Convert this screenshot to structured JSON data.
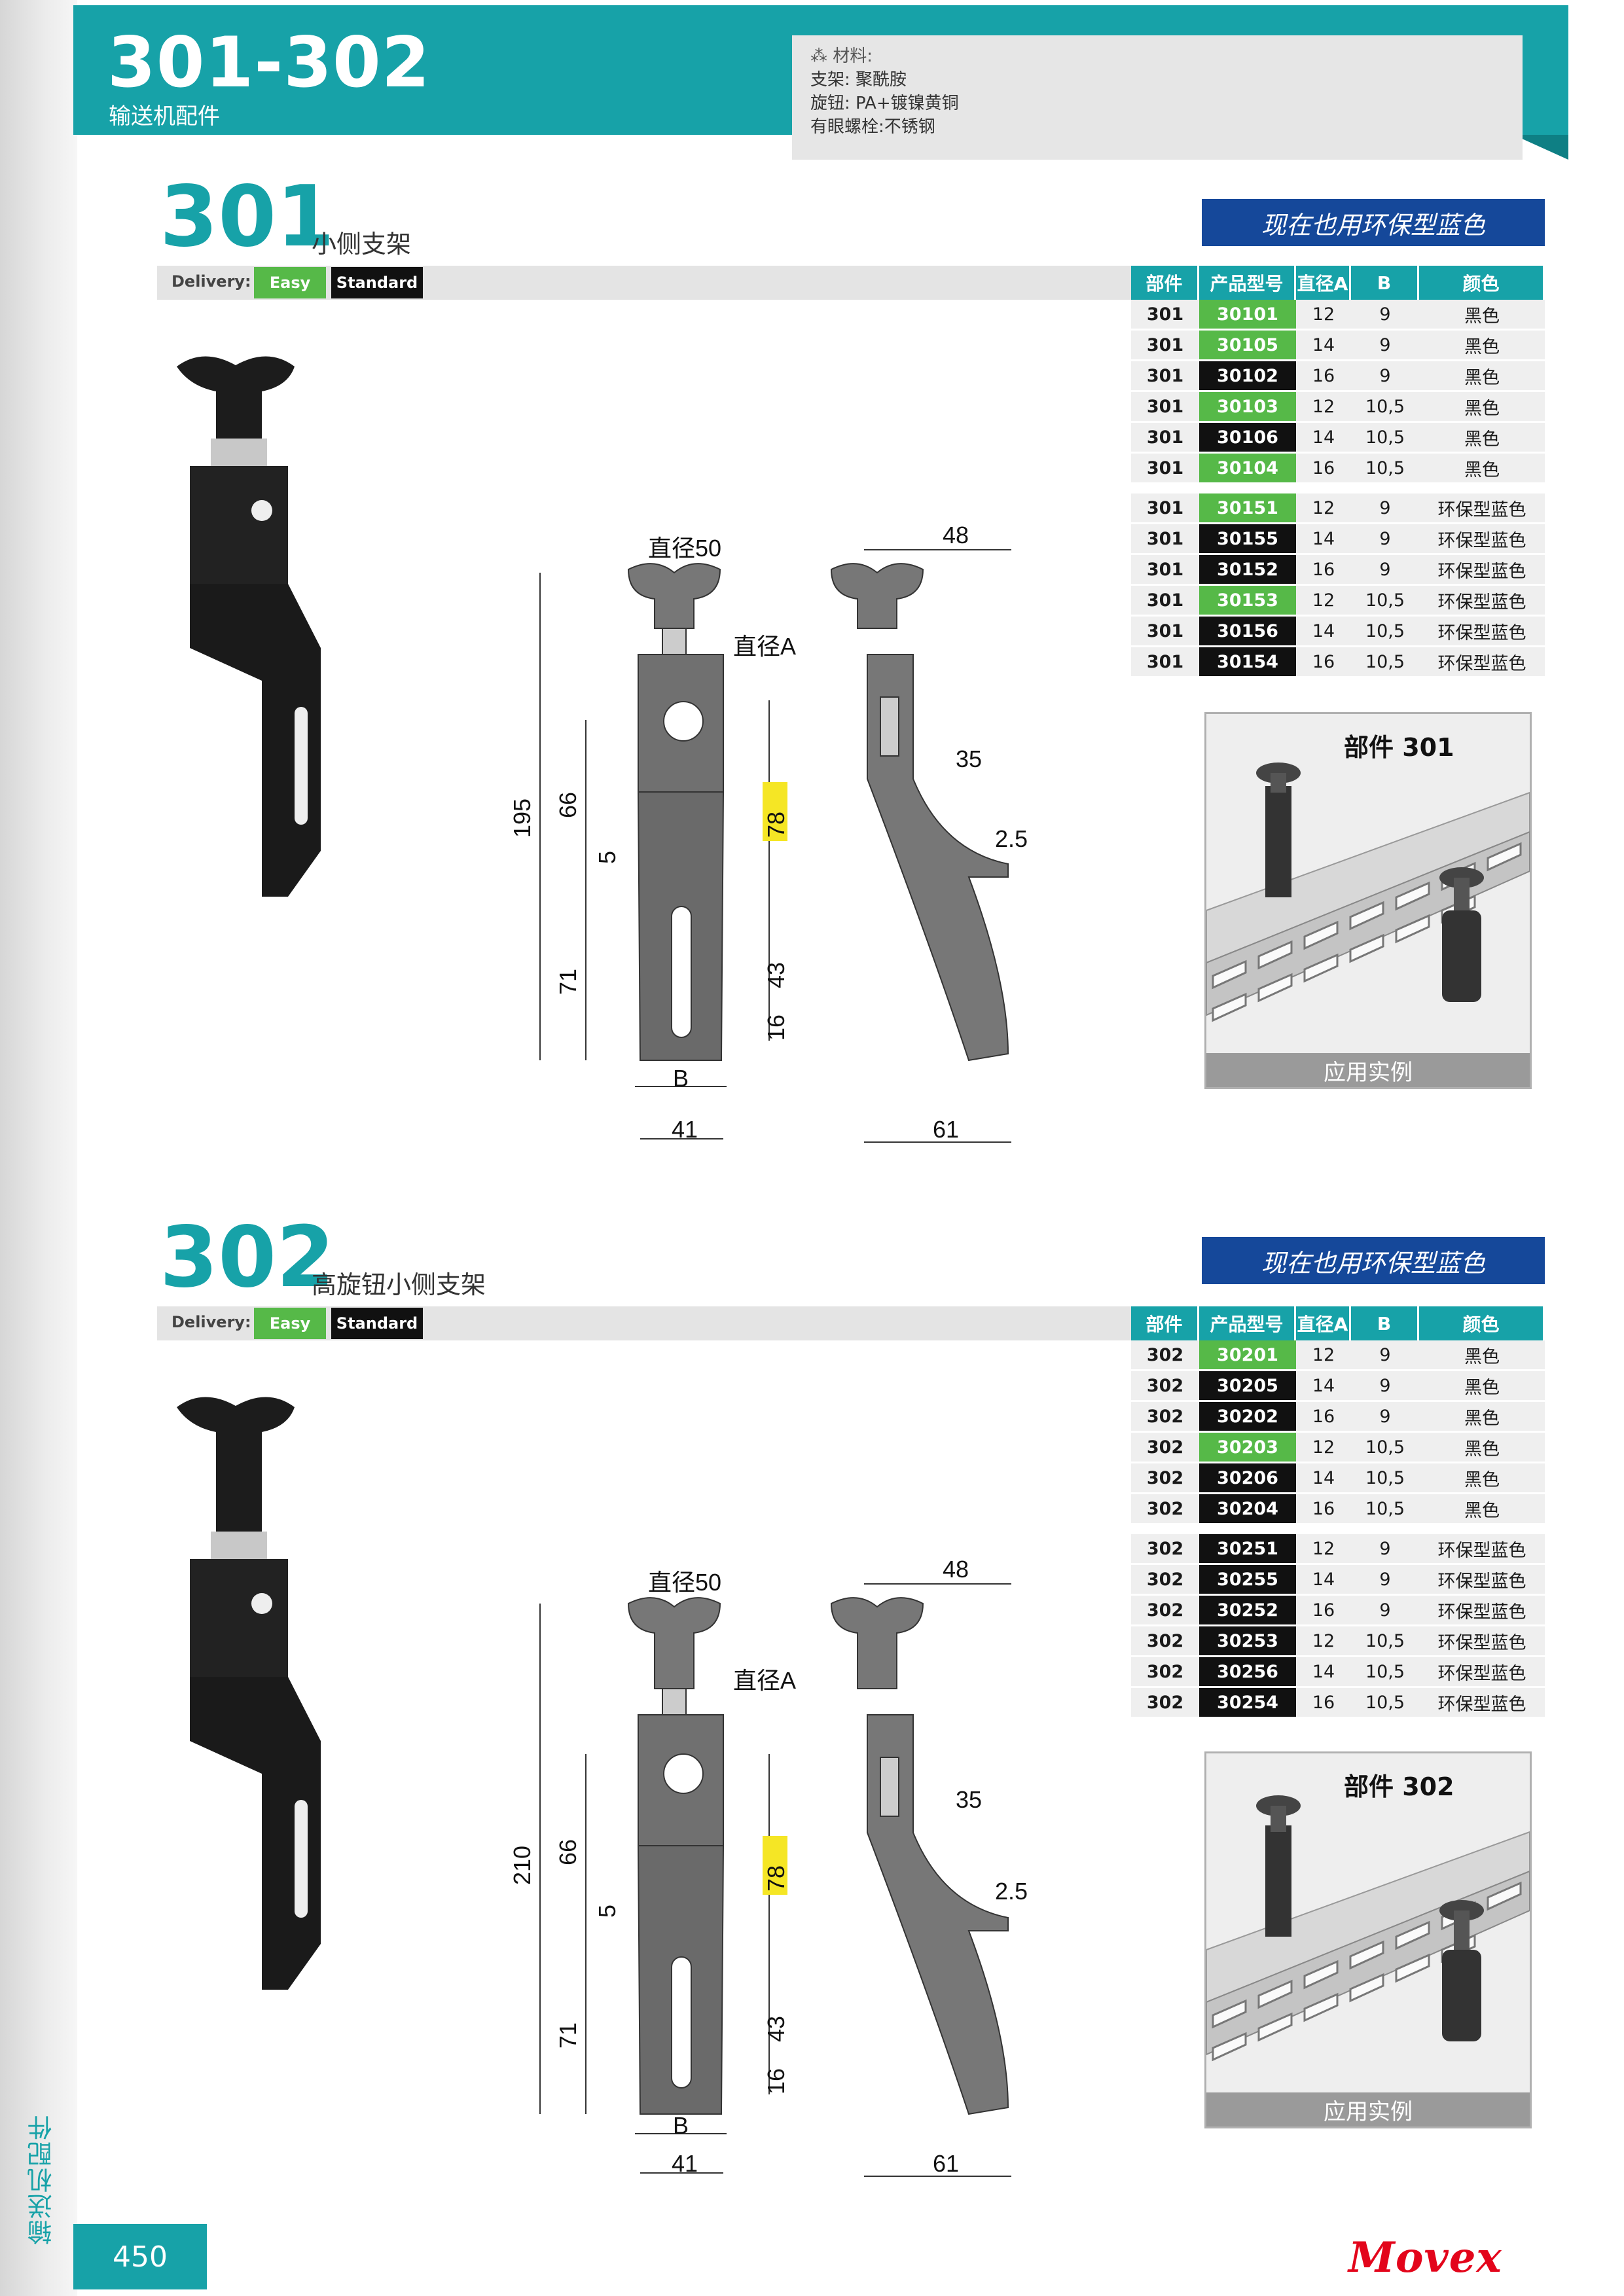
{
  "header": {
    "title": "301-302",
    "subtitle": "输送机配件",
    "materials_heading": "材料:",
    "materials": [
      "支架: 聚酰胺",
      "旋钮: PA+镀镍黄铜",
      "有眼螺栓:不锈钢"
    ]
  },
  "side_label": "输送机配件",
  "page_number": "450",
  "brand": "Movex",
  "delivery": {
    "label": "Delivery:",
    "easy": "Easy",
    "standard": "Standard"
  },
  "eco_banner": "现在也用环保型蓝色",
  "table_headers": [
    "部件",
    "产品型号",
    "直径A",
    "B",
    "颜色"
  ],
  "application_caption": "应用实例",
  "sections": [
    {
      "number": "301",
      "name": "小侧支架",
      "application_title": "部件 301",
      "dims": {
        "d50": "直径50",
        "dA": "直径A",
        "w48": "48",
        "h195": "195",
        "h66": "66",
        "h5": "5",
        "h71": "71",
        "h78": "78",
        "h43": "43",
        "h16": "16",
        "B": "B",
        "w41": "41",
        "w35": "35",
        "t25": "2.5",
        "w61": "61"
      },
      "rows": [
        {
          "part": "301",
          "code": "30101",
          "code_color": "green",
          "a": "12",
          "b": "9",
          "color": "黑色"
        },
        {
          "part": "301",
          "code": "30105",
          "code_color": "green",
          "a": "14",
          "b": "9",
          "color": "黑色"
        },
        {
          "part": "301",
          "code": "30102",
          "code_color": "black",
          "a": "16",
          "b": "9",
          "color": "黑色"
        },
        {
          "part": "301",
          "code": "30103",
          "code_color": "green",
          "a": "12",
          "b": "10,5",
          "color": "黑色"
        },
        {
          "part": "301",
          "code": "30106",
          "code_color": "black",
          "a": "14",
          "b": "10,5",
          "color": "黑色"
        },
        {
          "part": "301",
          "code": "30104",
          "code_color": "green",
          "a": "16",
          "b": "10,5",
          "color": "黑色"
        },
        {
          "part": "301",
          "code": "30151",
          "code_color": "green",
          "a": "12",
          "b": "9",
          "color": "环保型蓝色"
        },
        {
          "part": "301",
          "code": "30155",
          "code_color": "black",
          "a": "14",
          "b": "9",
          "color": "环保型蓝色"
        },
        {
          "part": "301",
          "code": "30152",
          "code_color": "black",
          "a": "16",
          "b": "9",
          "color": "环保型蓝色"
        },
        {
          "part": "301",
          "code": "30153",
          "code_color": "green",
          "a": "12",
          "b": "10,5",
          "color": "环保型蓝色"
        },
        {
          "part": "301",
          "code": "30156",
          "code_color": "black",
          "a": "14",
          "b": "10,5",
          "color": "环保型蓝色"
        },
        {
          "part": "301",
          "code": "30154",
          "code_color": "black",
          "a": "16",
          "b": "10,5",
          "color": "环保型蓝色"
        }
      ]
    },
    {
      "number": "302",
      "name": "高旋钮小侧支架",
      "application_title": "部件 302",
      "dims": {
        "d50": "直径50",
        "dA": "直径A",
        "w48": "48",
        "h195": "210",
        "h66": "66",
        "h5": "5",
        "h71": "71",
        "h78": "78",
        "h43": "43",
        "h16": "16",
        "B": "B",
        "w41": "41",
        "w35": "35",
        "t25": "2.5",
        "w61": "61"
      },
      "rows": [
        {
          "part": "302",
          "code": "30201",
          "code_color": "green",
          "a": "12",
          "b": "9",
          "color": "黑色"
        },
        {
          "part": "302",
          "code": "30205",
          "code_color": "black",
          "a": "14",
          "b": "9",
          "color": "黑色"
        },
        {
          "part": "302",
          "code": "30202",
          "code_color": "black",
          "a": "16",
          "b": "9",
          "color": "黑色"
        },
        {
          "part": "302",
          "code": "30203",
          "code_color": "green",
          "a": "12",
          "b": "10,5",
          "color": "黑色"
        },
        {
          "part": "302",
          "code": "30206",
          "code_color": "black",
          "a": "14",
          "b": "10,5",
          "color": "黑色"
        },
        {
          "part": "302",
          "code": "30204",
          "code_color": "black",
          "a": "16",
          "b": "10,5",
          "color": "黑色"
        },
        {
          "part": "302",
          "code": "30251",
          "code_color": "black",
          "a": "12",
          "b": "9",
          "color": "环保型蓝色"
        },
        {
          "part": "302",
          "code": "30255",
          "code_color": "black",
          "a": "14",
          "b": "9",
          "color": "环保型蓝色"
        },
        {
          "part": "302",
          "code": "30252",
          "code_color": "black",
          "a": "16",
          "b": "9",
          "color": "环保型蓝色"
        },
        {
          "part": "302",
          "code": "30253",
          "code_color": "black",
          "a": "12",
          "b": "10,5",
          "color": "环保型蓝色"
        },
        {
          "part": "302",
          "code": "30256",
          "code_color": "black",
          "a": "14",
          "b": "10,5",
          "color": "环保型蓝色"
        },
        {
          "part": "302",
          "code": "30254",
          "code_color": "black",
          "a": "16",
          "b": "10,5",
          "color": "环保型蓝色"
        }
      ]
    }
  ]
}
